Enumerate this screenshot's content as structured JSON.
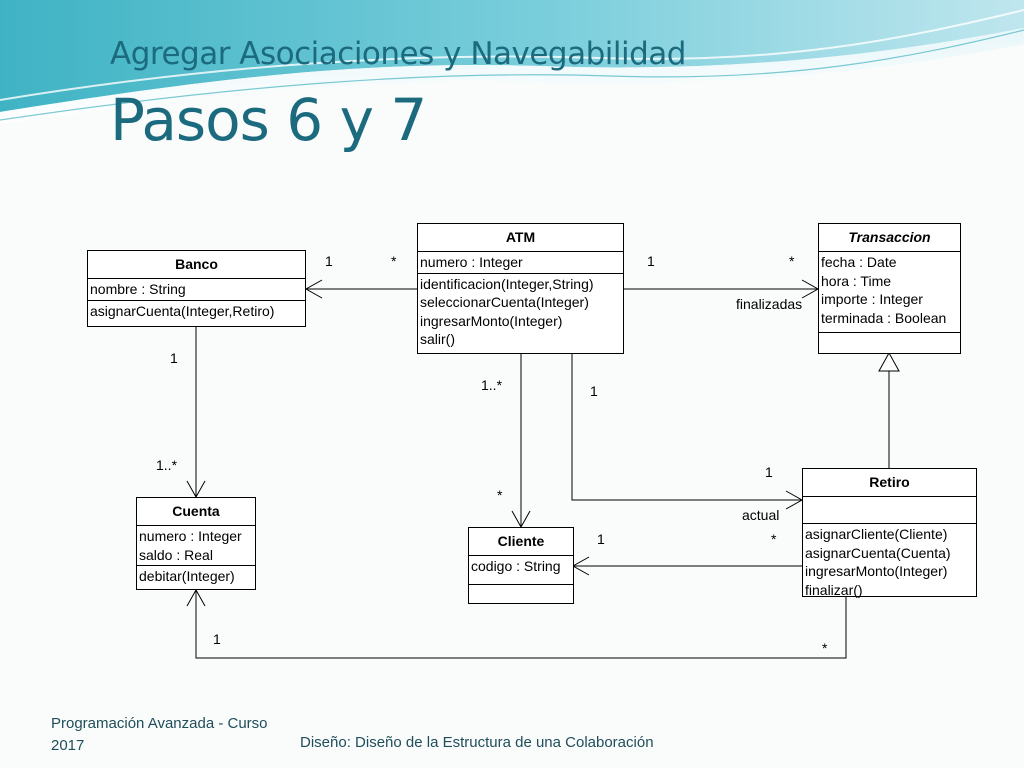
{
  "slide": {
    "title_line1": "Agregar Asociaciones y Navegabilidad",
    "title_line2": "Pasos 6 y 7",
    "footer_left": "Programación Avanzada - Curso 2017",
    "footer_center": "Diseño: Diseño de la Estructura de una Colaboración"
  },
  "classes": {
    "banco": {
      "name": "Banco",
      "attributes": [
        "nombre : String"
      ],
      "operations": [
        "asignarCuenta(Integer,Retiro)"
      ]
    },
    "atm": {
      "name": "ATM",
      "attributes": [
        "numero : Integer"
      ],
      "operations": [
        "identificacion(Integer,String)",
        "seleccionarCuenta(Integer)",
        "ingresarMonto(Integer)",
        "salir()"
      ]
    },
    "transaccion": {
      "name": "Transaccion",
      "attributes": [
        "fecha : Date",
        "hora : Time",
        "importe : Integer",
        "terminada : Boolean"
      ],
      "operations": []
    },
    "cuenta": {
      "name": "Cuenta",
      "attributes": [
        "numero : Integer",
        "saldo : Real"
      ],
      "operations": [
        "debitar(Integer)"
      ]
    },
    "cliente": {
      "name": "Cliente",
      "attributes": [
        "codigo : String"
      ],
      "operations": []
    },
    "retiro": {
      "name": "Retiro",
      "attributes": [],
      "operations": [
        "asignarCliente(Cliente)",
        "asignarCuenta(Cuenta)",
        "ingresarMonto(Integer)",
        "finalizar()"
      ]
    }
  },
  "associations": {
    "banco_atm": {
      "end_banco": "1",
      "end_atm": "*"
    },
    "atm_transaccion": {
      "end_atm": "1",
      "end_transaccion": "*",
      "role": "finalizadas"
    },
    "banco_cuenta": {
      "end_banco": "1",
      "end_cuenta": "1..*"
    },
    "atm_cliente": {
      "end_atm": "1..*",
      "end_cliente": "*"
    },
    "atm_retiro": {
      "end_atm": "1",
      "end_retiro": "1",
      "role": "actual"
    },
    "retiro_cliente": {
      "end_cliente": "1",
      "end_retiro": "*"
    },
    "retiro_cuenta": {
      "end_cuenta": "1",
      "end_retiro": "*"
    }
  },
  "colors": {
    "title": "#1b6a7e",
    "footer": "#1f4e5a",
    "banner_dark": "#2aa6b8",
    "banner_light": "#bfe6ee"
  }
}
